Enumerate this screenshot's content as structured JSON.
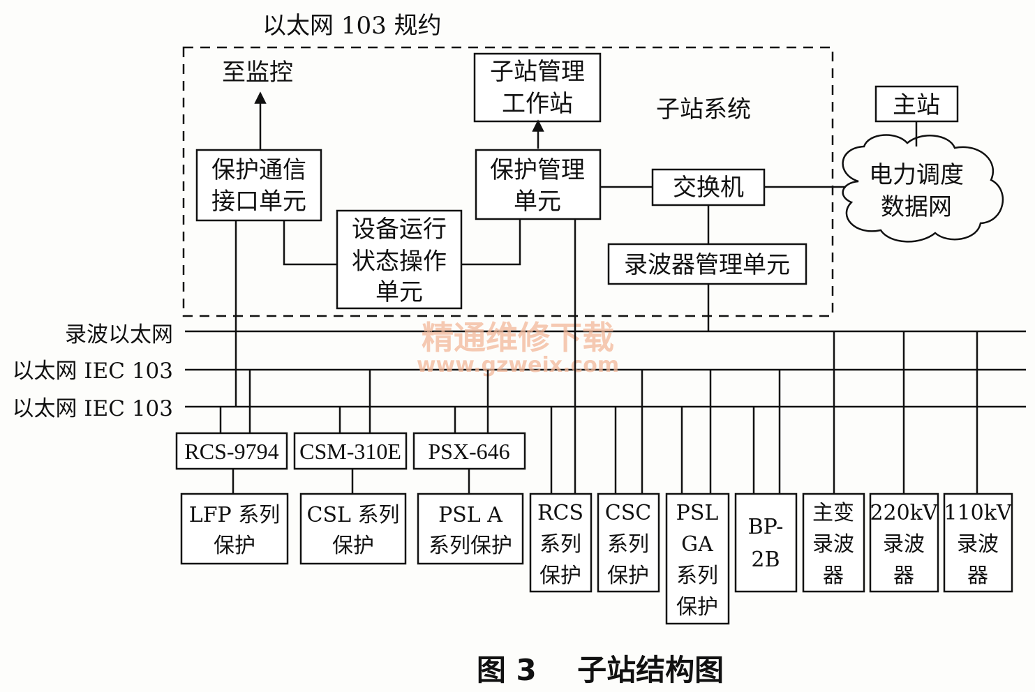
{
  "protocol_label": "以太网 103 规约",
  "to_monitor": "至监控",
  "substation_system": "子站系统",
  "nodes": {
    "mgmt_ws": [
      "子站管理",
      "工作站"
    ],
    "prot_comm": [
      "保护通信",
      "接口单元"
    ],
    "prot_mgmt": [
      "保护管理",
      "单元"
    ],
    "device_op": [
      "设备运行",
      "状态操作",
      "单元"
    ],
    "switch": "交换机",
    "recorder_mgmt": "录波器管理单元",
    "master": "主站",
    "dispatch_net": [
      "电力调度",
      "数据网"
    ]
  },
  "buses": [
    "录波以太网",
    "以太网 IEC 103",
    "以太网 IEC 103"
  ],
  "converters": [
    "RCS-9794",
    "CSM-310E",
    "PSX-646"
  ],
  "protections": {
    "lfp": [
      "LFP 系列",
      "保护"
    ],
    "csl": [
      "CSL 系列",
      "保护"
    ],
    "psl_a": [
      "PSL A",
      "系列保护"
    ],
    "rcs": [
      "RCS",
      "系列",
      "保护"
    ],
    "csc": [
      "CSC",
      "系列",
      "保护"
    ],
    "psl_ga": [
      "PSL",
      "GA",
      "系列",
      "保护"
    ],
    "bp2b": [
      "BP-",
      "2B"
    ],
    "main_trans": [
      "主变",
      "录波",
      "器"
    ],
    "r220": [
      "220kV",
      "录波",
      "器"
    ],
    "r110": [
      "110kV",
      "录波",
      "器"
    ]
  },
  "watermark": {
    "line1": "精通维修下载",
    "line2": "www.gzweix.com"
  },
  "caption": "图 3    子站结构图"
}
